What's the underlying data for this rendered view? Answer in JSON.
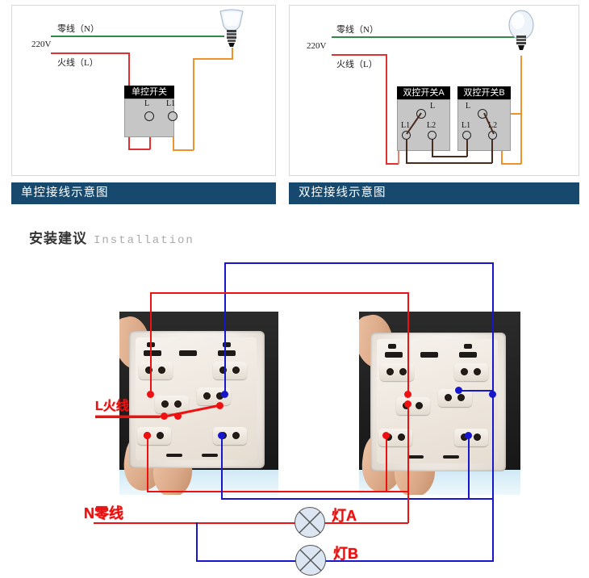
{
  "diagrams": {
    "single": {
      "caption": "单控接线示意图",
      "voltage": "220V",
      "neutral_label": "零线（N）",
      "live_label": "火线（L）",
      "switch_title": "单控开关",
      "terminals": [
        "L",
        "L1"
      ],
      "wire_colors": {
        "neutral": "#2f8a43",
        "live": "#e03030",
        "lamp": "#f0922b"
      }
    },
    "double": {
      "caption": "双控接线示意图",
      "voltage": "220V",
      "neutral_label": "零线（N）",
      "live_label": "火线（L）",
      "switch_a_title": "双控开关A",
      "switch_b_title": "双控开关B",
      "terminals_a": [
        "L",
        "L1",
        "L2"
      ],
      "terminals_b": [
        "L",
        "L1",
        "L2"
      ],
      "wire_colors": {
        "neutral": "#2f8a43",
        "live": "#e03030",
        "lamp": "#f0922b",
        "traveler": "#4a2b20"
      }
    }
  },
  "install": {
    "title_cn": "安装建议",
    "title_en": "Installation"
  },
  "wiring_photo": {
    "annotations": {
      "live": "L火线",
      "neutral": "N零线",
      "lamp_a": "灯A",
      "lamp_b": "灯B"
    },
    "colors": {
      "live_wire": "#ee1111",
      "lamp_b_wire": "#1616cc"
    }
  }
}
